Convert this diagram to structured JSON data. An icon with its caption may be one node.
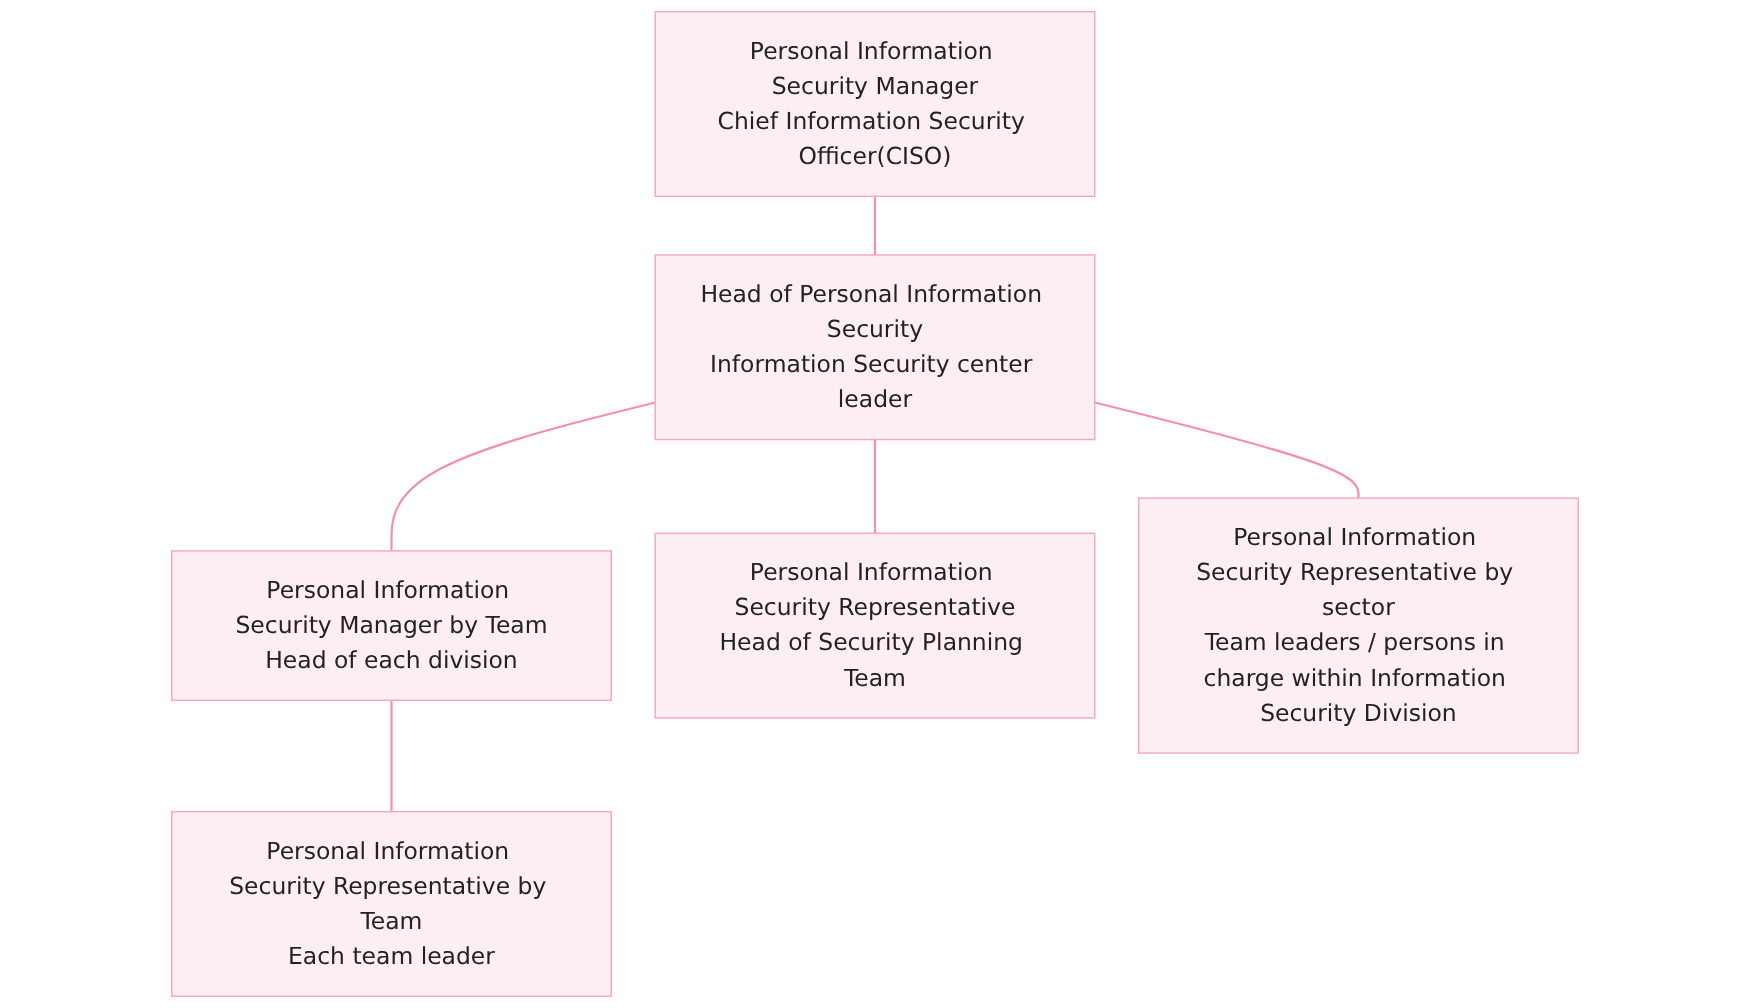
{
  "diagram": {
    "nodes": [
      {
        "text": [
          "Personal Information Security Manager",
          "Chief Information Security Officer(CISO)"
        ]
      },
      {
        "text": [
          "Head of Personal Information Security",
          "Information Security center leader"
        ]
      },
      {
        "text": [
          "Personal Information Security Manager by Team",
          "Head of each division"
        ]
      },
      {
        "text": [
          "Personal Information Security Representative",
          "Head of Security Planning Team"
        ]
      },
      {
        "text": [
          "Personal Information Security Representative by sector",
          "Team leaders / persons in charge within Information Security Division"
        ]
      },
      {
        "text": [
          "Personal Information Security Representative by Team",
          "Each team leader"
        ]
      }
    ],
    "edges": [
      {
        "from": 0,
        "to": 1,
        "arrow": "none"
      },
      {
        "from": 1,
        "to": 2,
        "arrow": "none"
      },
      {
        "from": 1,
        "to": 3,
        "arrow": "none"
      },
      {
        "from": 1,
        "to": 4,
        "arrow": "none"
      },
      {
        "from": 2,
        "to": 5,
        "arrow": "none"
      }
    ]
  }
}
